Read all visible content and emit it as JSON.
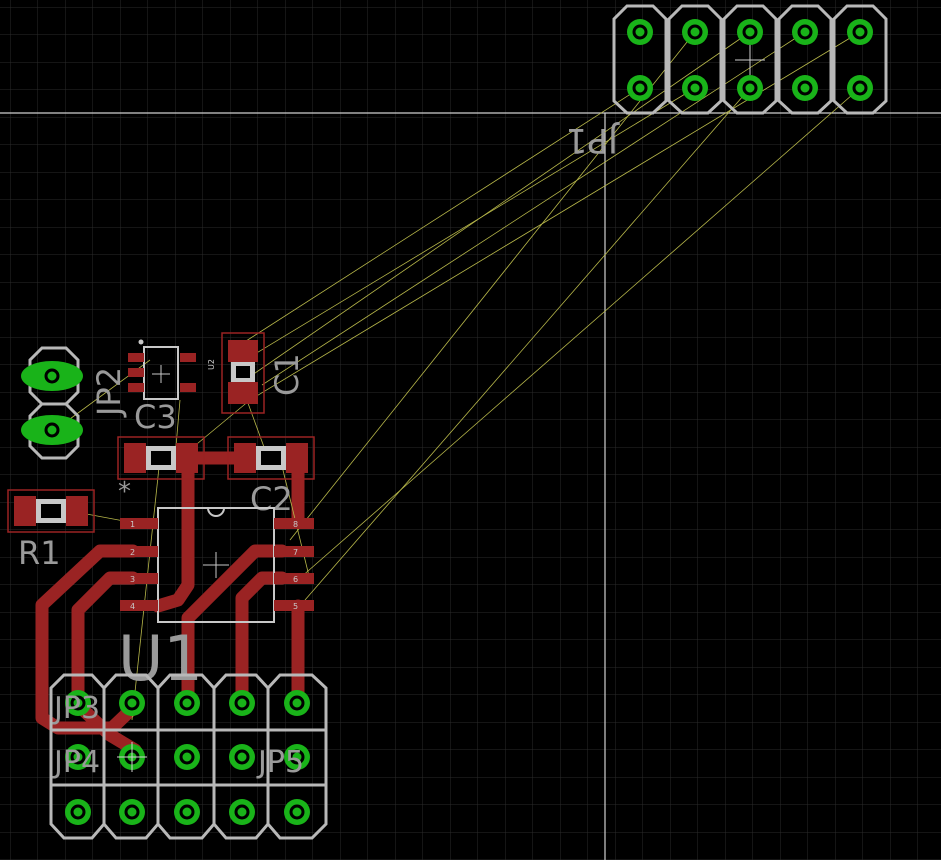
{
  "colors": {
    "background": "#000000",
    "grid": "#2a2a2a",
    "outline": "#d0d0d0",
    "pad_ring": "#b8b8b8",
    "copper_top": "#9a2323",
    "drill": "#19b319",
    "airwire": "#b8b84a",
    "silk": "#c8c8c8",
    "smd_pad": "#9a2323"
  },
  "labels": {
    "jp1": "JP1",
    "jp2": "JP2",
    "jp3": "JP3",
    "jp4": "JP4",
    "jp5": "JP5",
    "c1": "C1",
    "c2": "C2",
    "c3": "C3",
    "r1": "R1",
    "u1": "U1",
    "u2": "U2",
    "pin1_marker": "*"
  },
  "u1_pins": [
    "1",
    "2",
    "3",
    "4",
    "5",
    "6",
    "7",
    "8"
  ]
}
